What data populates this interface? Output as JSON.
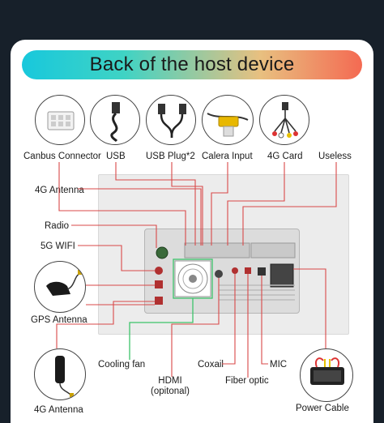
{
  "title": "Back of the host device",
  "top_items": {
    "canbus": "Canbus Connector",
    "usb": "USB",
    "usb_plug": "USB Plug*2",
    "calera": "Calera Input",
    "card4g": "4G Card",
    "useless": "Useless"
  },
  "left_items": {
    "antenna4g_top": "4G Antenna",
    "radio": "Radio",
    "wifi5g": "5G WIFI",
    "gps": "GPS Antenna",
    "antenna4g_bottom": "4G Antenna"
  },
  "bottom_items": {
    "cooling": "Cooling fan",
    "hdmi": "HDMI\n(opitonal)",
    "coxail": "Coxail",
    "fiber": "Fiber optic",
    "mic": "MIC",
    "power": "Power Cable"
  },
  "colors": {
    "red_line": "#d94848",
    "green_line": "#3cc46a",
    "banner_start": "#18c8dc",
    "banner_end": "#f46a52"
  },
  "icons": [
    "canbus-connector-icon",
    "usb-cable-icon",
    "usb-plug-icon",
    "rca-cable-icon",
    "av-cable-icon",
    "gps-antenna-icon",
    "antenna-4g-icon",
    "power-harness-icon"
  ]
}
